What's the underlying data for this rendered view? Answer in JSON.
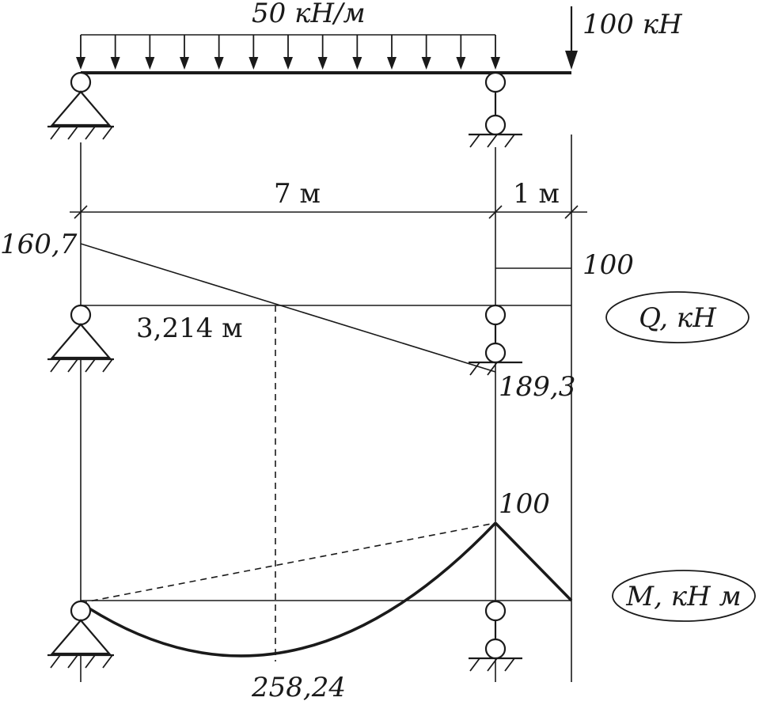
{
  "loads": {
    "distributed": "50 кН/м",
    "point": "100 кН"
  },
  "dimensions": {
    "span": "7 м",
    "overhang": "1 м"
  },
  "shear": {
    "label": "Q, кН",
    "left_value": "160,7",
    "right_value": "189,3",
    "overhang_value": "100",
    "zero_point": "3,214 м"
  },
  "moment": {
    "label": "M, кН м",
    "support_value": "100",
    "max_value": "258,24"
  }
}
